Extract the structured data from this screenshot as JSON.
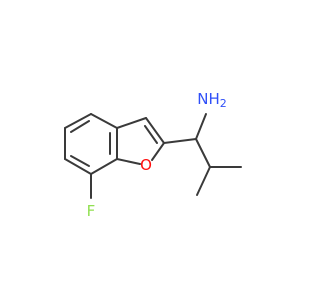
{
  "molecule": {
    "colors": {
      "bond": "#3a3a3a",
      "oxygen": "#ff0d0d",
      "nitrogen": "#3050f8",
      "fluorine": "#90e050"
    },
    "labels": {
      "oxygen": "O",
      "amine": "NH",
      "amine_subscript": "2",
      "fluorine": "F"
    }
  }
}
